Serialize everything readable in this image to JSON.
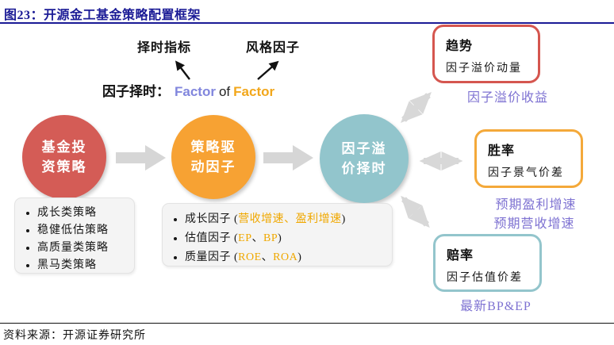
{
  "title": "图23：开源金工基金策略配置框架",
  "source": "资料来源：开源证券研究所",
  "top_labels": {
    "timing_indicator": "择时指标",
    "style_factor": "风格因子"
  },
  "formula": {
    "prefix": "因子择时：",
    "factor1": "Factor",
    "of": "of",
    "factor2": "Factor"
  },
  "circles": {
    "fund": {
      "line1": "基金投",
      "line2": "资策略"
    },
    "driver": {
      "line1": "策略驱",
      "line2": "动因子"
    },
    "timing": {
      "line1": "因子溢",
      "line2": "价择时"
    }
  },
  "strategy_list": {
    "items": [
      "成长类策略",
      "稳健低估策略",
      "高质量类策略",
      "黑马类策略"
    ]
  },
  "factor_list": {
    "growth": {
      "black1": "成长因子 (",
      "orange1": "营收增速、盈利增速",
      "black2": ")"
    },
    "value": {
      "black1": "估值因子 (",
      "orange1": "EP",
      "black2": "、",
      "orange2": "BP",
      "black3": ")"
    },
    "quality": {
      "black1": "质量因子 (",
      "orange1": "ROE",
      "black2": "、",
      "orange2": "ROA",
      "black3": ")"
    }
  },
  "trend_box": {
    "title": "趋势",
    "subtitle": "因子溢价动量",
    "note": "因子溢价收益"
  },
  "win_box": {
    "title": "胜率",
    "subtitle": "因子景气价差",
    "note1": "预期盈利增速",
    "note2": "预期营收增速"
  },
  "odds_box": {
    "title": "赔率",
    "subtitle": "因子估值价差",
    "note": "最新BP&EP"
  },
  "colors": {
    "title_navy": "#1b1b96",
    "circle_red": "#d45c56",
    "circle_orange": "#f7a233",
    "circle_teal": "#92c5cc",
    "box_border_red": "#d5564f",
    "box_border_orange": "#f4a93a",
    "box_border_teal": "#93c5cc",
    "annotation_purple": "#7e72d2",
    "factor_word_blue": "#8186dd",
    "factor_word_orange": "#f2a71b",
    "list_orange": "#f0a800",
    "arrow_gray": "#d8d8d8"
  }
}
